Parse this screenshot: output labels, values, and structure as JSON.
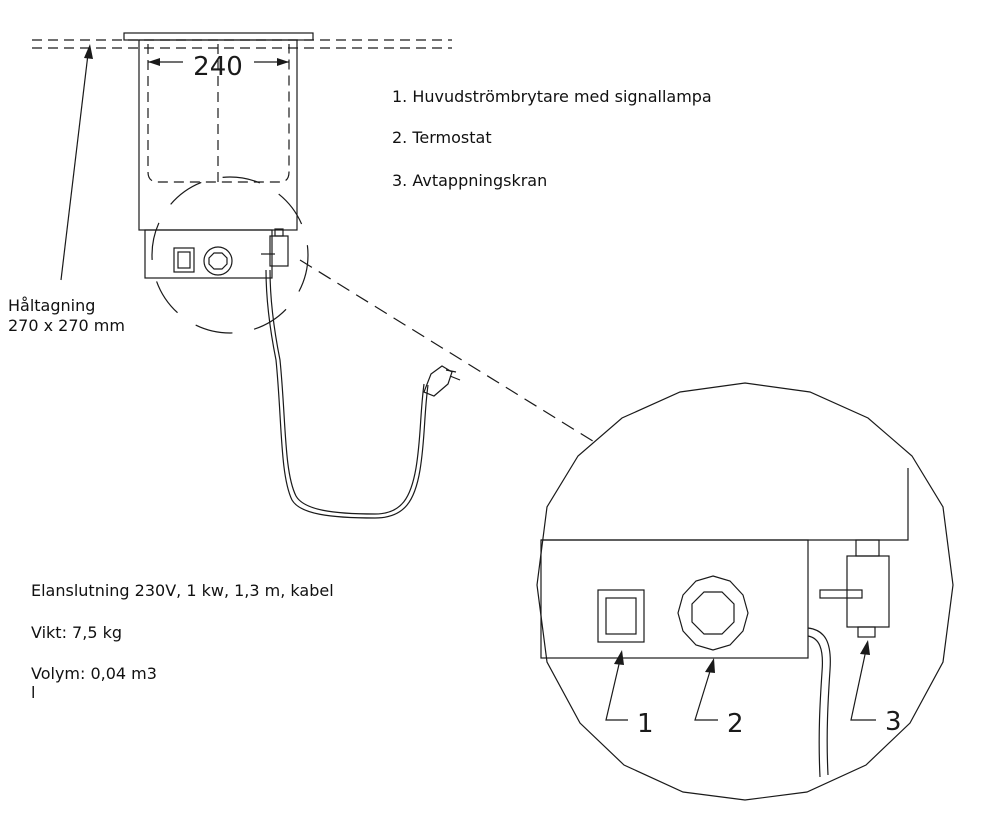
{
  "dimension_label": "240",
  "legend": [
    "1. Huvudströmbrytare med signallampa",
    "2. Termostat",
    "3. Avtappningskran"
  ],
  "hole_note": {
    "line1": "Håltagning",
    "line2": "270 x 270 mm"
  },
  "specs": {
    "electrical": "Elanslutning 230V, 1 kw, 1,3 m, kabel",
    "weight": "Vikt: 7,5 kg",
    "volume": "Volym: 0,04 m3",
    "volume_unit": "l"
  },
  "callouts": [
    "1",
    "2",
    "3"
  ],
  "colors": {
    "line": "#1a1a1a",
    "background": "#ffffff"
  }
}
